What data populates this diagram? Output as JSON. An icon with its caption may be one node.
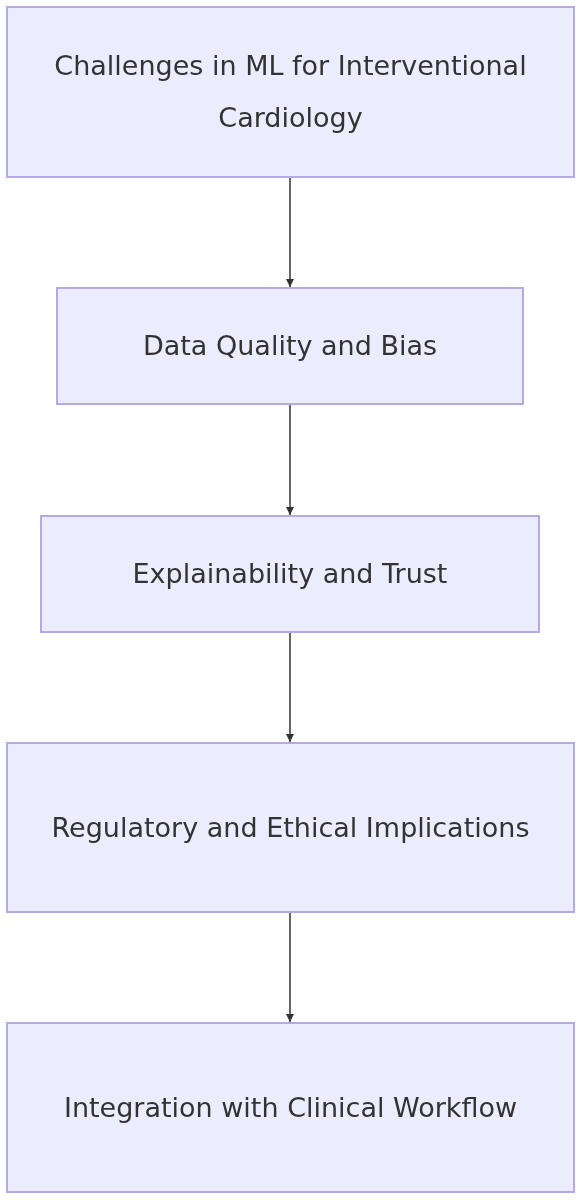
{
  "diagram": {
    "nodes": [
      {
        "text": [
          "Challenges in ML for Interventional Cardiology"
        ]
      },
      {
        "text": [
          "Data Quality and Bias"
        ]
      },
      {
        "text": [
          "Explainability and Trust"
        ]
      },
      {
        "text": [
          "Regulatory and Ethical Implications"
        ]
      },
      {
        "text": [
          "Integration with Clinical Workflow"
        ]
      }
    ],
    "edges": [
      {
        "from": 0,
        "to": 1,
        "arrow": "to"
      },
      {
        "from": 1,
        "to": 2,
        "arrow": "to"
      },
      {
        "from": 2,
        "to": 3,
        "arrow": "to"
      },
      {
        "from": 3,
        "to": 4,
        "arrow": "to"
      }
    ]
  }
}
